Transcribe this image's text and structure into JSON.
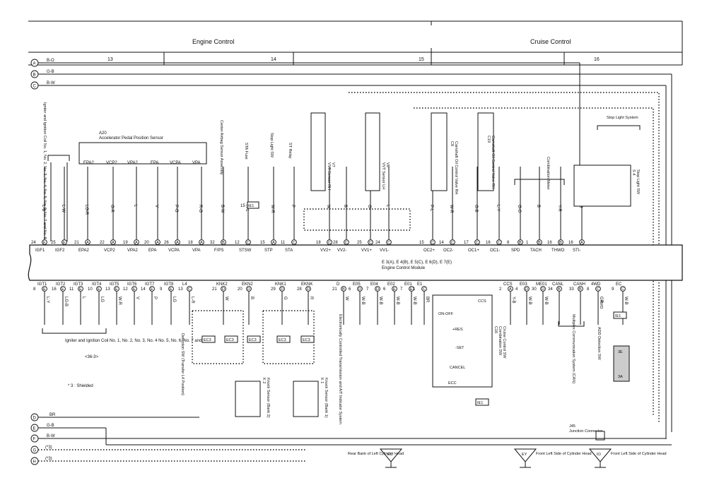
{
  "header": {
    "engine_control": "Engine Control",
    "cruise_control": "Cruise Control"
  },
  "columns": [
    "13",
    "14",
    "15",
    "16"
  ],
  "bus_left": [
    {
      "id": "A",
      "color": "B-O"
    },
    {
      "id": "B",
      "color": "G-B"
    },
    {
      "id": "C",
      "color": "B-W"
    },
    {
      "id": "D",
      "color": "BR"
    },
    {
      "id": "E",
      "color": "G-B"
    },
    {
      "id": "F",
      "color": "B-W"
    },
    {
      "id": "G",
      "color": "(*3)"
    },
    {
      "id": "H",
      "color": "(*3)"
    }
  ],
  "ecm": {
    "label": "E 3(A), E 4(B), E 5(C), E 6(D), E 7(E)",
    "name": "Engine Control Module"
  },
  "top_pins": [
    {
      "num": "24",
      "conn": "E",
      "name": "IGF1",
      "wire": "L-B"
    },
    {
      "num": "25",
      "conn": "E",
      "name": "IGF2",
      "wire": "L-W"
    },
    {
      "num": "21",
      "conn": "A",
      "name": "EPA2",
      "wire": "LG-R"
    },
    {
      "num": "22",
      "conn": "A",
      "name": "VCP2",
      "wire": "G-R"
    },
    {
      "num": "19",
      "conn": "A",
      "name": "VPA2",
      "wire": "L"
    },
    {
      "num": "20",
      "conn": "A",
      "name": "EPA",
      "wire": "V"
    },
    {
      "num": "26",
      "conn": "A",
      "name": "VCPA",
      "wire": "P-G"
    },
    {
      "num": "18",
      "conn": "A",
      "name": "VPA",
      "wire": "R-G"
    },
    {
      "num": "32",
      "conn": "B",
      "name": "F/PS",
      "wire": "B-W"
    },
    {
      "num": "12",
      "conn": "C",
      "name": "STSW",
      "wire": "R-L"
    },
    {
      "num": "15",
      "conn": "A",
      "name": "STP",
      "wire": "W-R"
    },
    {
      "num": "11",
      "conn": "C",
      "name": "STA",
      "wire": "P"
    },
    {
      "num": "18",
      "conn": "C",
      "name": "VV2+",
      "wire": "W"
    },
    {
      "num": "28",
      "conn": "C",
      "name": "VV2-",
      "wire": "B"
    },
    {
      "num": "25",
      "conn": "C",
      "name": "VV1+",
      "wire": "G"
    },
    {
      "num": "24",
      "conn": "C",
      "name": "VV1-",
      "wire": "L"
    },
    {
      "num": "15",
      "conn": "C",
      "name": "OC2+",
      "wire": "P-L"
    },
    {
      "num": "14",
      "conn": "C",
      "name": "OC2-",
      "wire": "W-R"
    },
    {
      "num": "17",
      "conn": "C",
      "name": "OC1+",
      "wire": "G-B"
    },
    {
      "num": "16",
      "conn": "C",
      "name": "OC1-",
      "wire": "L-Y"
    },
    {
      "num": "8",
      "conn": "B",
      "name": "SPD",
      "wire": "G-O"
    },
    {
      "num": "1",
      "conn": "B",
      "name": "TACH",
      "wire": "B"
    },
    {
      "num": "16",
      "conn": "B",
      "name": "THWO",
      "wire": "Y-R"
    },
    {
      "num": "16",
      "conn": "A",
      "name": "STI-",
      "wire": "G"
    }
  ],
  "bottom_pins": [
    {
      "num": "8",
      "conn": "E",
      "name": "IGT1",
      "wire": "L-Y"
    },
    {
      "num": "16",
      "conn": "E",
      "name": "IGT2",
      "wire": "LG-B"
    },
    {
      "num": "11",
      "conn": "E",
      "name": "IGT3",
      "wire": "L"
    },
    {
      "num": "10",
      "conn": "E",
      "name": "IGT4",
      "wire": "LG"
    },
    {
      "num": "13",
      "conn": "E",
      "name": "IGT5",
      "wire": "W-R"
    },
    {
      "num": "12",
      "conn": "E",
      "name": "IGT6",
      "wire": "V"
    },
    {
      "num": "14",
      "conn": "E",
      "name": "IGT7",
      "wire": "P"
    },
    {
      "num": "9",
      "conn": "E",
      "name": "IGT8",
      "wire": "LG"
    },
    {
      "num": "13",
      "conn": "C",
      "name": "L4",
      "wire": "L-R"
    },
    {
      "num": "21",
      "conn": "D",
      "name": "KNK2",
      "wire": "W"
    },
    {
      "num": "20",
      "conn": "D",
      "name": "EKN2",
      "wire": "B"
    },
    {
      "num": "29",
      "conn": "D",
      "name": "KNK1",
      "wire": "G"
    },
    {
      "num": "28",
      "conn": "D",
      "name": "EKNK",
      "wire": "R"
    },
    {
      "num": "21",
      "conn": "B",
      "name": "D",
      "wire": "W"
    },
    {
      "num": "6",
      "conn": "D",
      "name": "E05",
      "wire": "W-B"
    },
    {
      "num": "7",
      "conn": "D",
      "name": "E04",
      "wire": "W-B"
    },
    {
      "num": "6",
      "conn": "E",
      "name": "E02",
      "wire": "W-B"
    },
    {
      "num": "7",
      "conn": "E",
      "name": "E01",
      "wire": "W-B"
    },
    {
      "num": "1",
      "conn": "C",
      "name": "E1",
      "wire": "BR"
    },
    {
      "num": "2",
      "conn": "A",
      "name": "CCS",
      "wire": "Y-B"
    },
    {
      "num": "4",
      "conn": "D",
      "name": "E03",
      "wire": "W-B"
    },
    {
      "num": "30",
      "conn": "D",
      "name": "ME01",
      "wire": "W-B"
    },
    {
      "num": "34",
      "conn": "B",
      "name": "CANL",
      "wire": ""
    },
    {
      "num": "33",
      "conn": "B",
      "name": "CANH",
      "wire": ""
    },
    {
      "num": "8",
      "conn": "C",
      "name": "4WD",
      "wire": "GR"
    },
    {
      "num": "9",
      "conn": "C",
      "name": "EC",
      "wire": "W-B"
    }
  ],
  "components": {
    "igniter_top": "Igniter and Ignition Coil No. 1, No. 2, No. 3, No. 4, No. 5, No. 6, No. 7 and No. 8",
    "a20_id": "A20",
    "a20_name": "Accelerator Pedal Position Sensor",
    "center_airbag": "Center Airbag Sensor Assembly",
    "sta_fuse": "STA Fuse",
    "stop_light_sw_label": "Stop Light SW",
    "st_relay": "ST Relay",
    "v7_id": "V7",
    "v7_name": "VVT Sensor RH",
    "v6_id": "V6",
    "v6_name": "VVT Sensor LH",
    "c8_id": "C8",
    "c8_name": "Camshaft Oil Control Valve RH",
    "c19_id": "C19",
    "c19_name": "Camshaft Oil Control Valve RH",
    "combination_meter": "Combination Meter",
    "stop_light_system": "Stop Light System",
    "s4_id": "S 4",
    "s4_name": "Stop Light SW",
    "igniter_bottom": "Igniter and Ignition Coil No. 1, No. 2, No. 3, No. 4 No. 5, No. 6, No. 7 and No. 8",
    "igniter_bottom_ref": "<36-3>",
    "detection_sw": "Detection SW (Transfer L4 Position)",
    "shielded_note": "* 3 : Shielded",
    "k2_id": "K 2",
    "k2_name": "Knock Sensor (Bank 2)",
    "k1_id": "K 1",
    "k1_name": "Knock Sensor (Bank 1)",
    "ectat": "Electronically Controlled Transmission and A/T Indicator System",
    "c16_id": "C16",
    "c16_name1": "Combination SW",
    "c16_name2": "Cruise Control SW",
    "sw_on_off": "ON-OFF",
    "sw_res": "+RES",
    "sw_set": "-SET",
    "sw_cancel": "CANCEL",
    "sw_ccs": "CCS",
    "sw_ecc": "ECC",
    "multiplex": "Multiplex Communication System (CAN)",
    "adc": "ADD Detection SW",
    "adc_4wd": "4WD",
    "j45_id": "J45",
    "j45_name": "Junction Connector",
    "ec_label": "Rear Bank of Left Cylinder Head",
    "ey_label": "Front Left Side of Cylinder Head",
    "io_label": "Front Left Side of Cylinder Head",
    "ground_ec": "EC",
    "ground_ey": "EY",
    "ground_io": "IO",
    "ie1": "IE1",
    "ec3": "EC3",
    "shield_mark": "(*3)",
    "conn_3e": "3E",
    "conn_3a": "3A"
  }
}
